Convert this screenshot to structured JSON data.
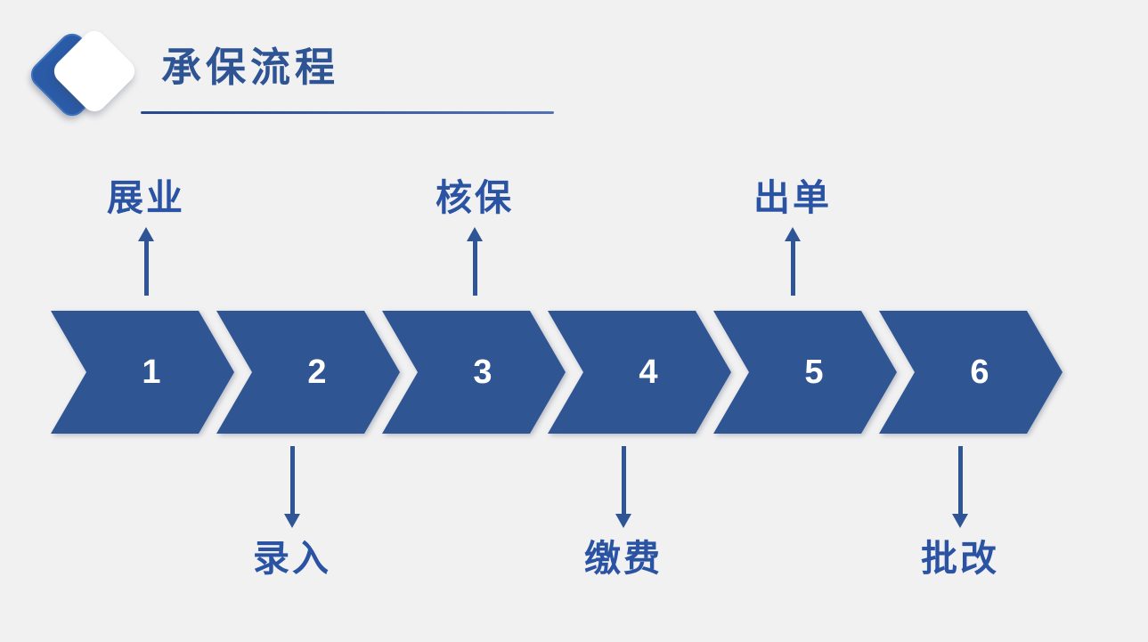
{
  "header": {
    "title": "承保流程"
  },
  "steps": [
    {
      "number": "1",
      "label": "展业",
      "label_position": "top"
    },
    {
      "number": "2",
      "label": "录入",
      "label_position": "bottom"
    },
    {
      "number": "3",
      "label": "核保",
      "label_position": "top"
    },
    {
      "number": "4",
      "label": "缴费",
      "label_position": "bottom"
    },
    {
      "number": "5",
      "label": "出单",
      "label_position": "top"
    },
    {
      "number": "6",
      "label": "批改",
      "label_position": "bottom"
    }
  ],
  "colors": {
    "background": "#F1F1F2",
    "chevron_fill": "#2F5593",
    "step_number_text": "#FFFFFF",
    "title_text": "#2E5494",
    "label_text": "#2B53A3",
    "arrow": "#2F5597",
    "diamond_icon_blue": "#2B5AA6",
    "diamond_icon_white": "#FFFFFF",
    "title_underline": "#27478E"
  }
}
